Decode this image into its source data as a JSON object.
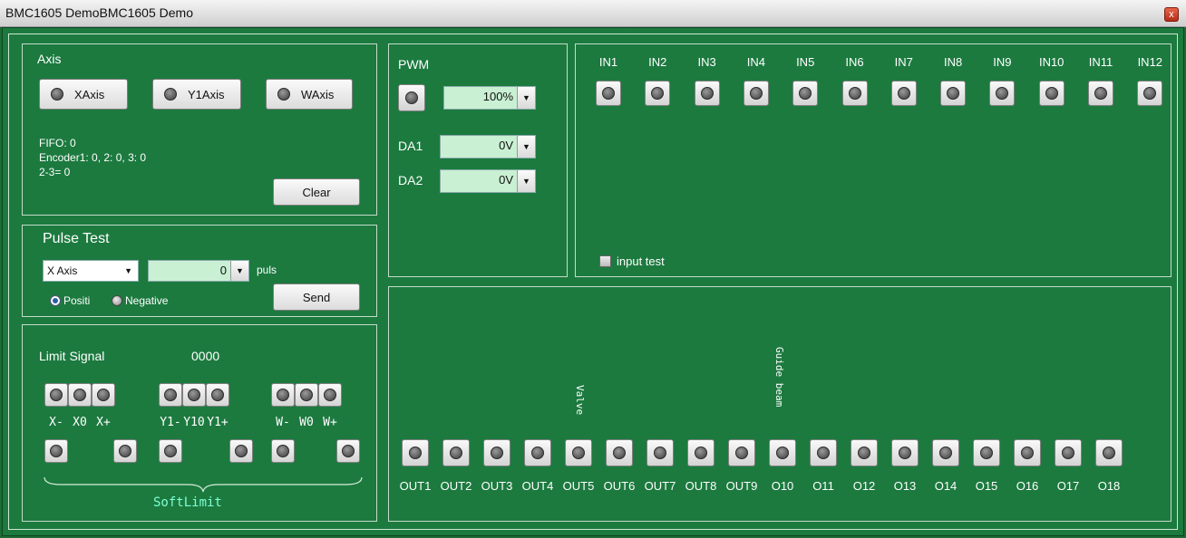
{
  "window": {
    "title": "BMC1605 DemoBMC1605 Demo",
    "close_glyph": "x"
  },
  "axis": {
    "title": "Axis",
    "buttons": [
      "XAxis",
      "Y1Axis",
      "WAxis"
    ],
    "fifo": "FIFO: 0",
    "encoder": "Encoder1: 0, 2: 0, 3: 0",
    "diff": "2-3= 0",
    "clear_label": "Clear"
  },
  "pulse": {
    "title": "Pulse Test",
    "axis_select": "X Axis",
    "value": "0",
    "unit": "puls",
    "positive": "Positi",
    "negative": "Negative",
    "send_label": "Send"
  },
  "limit": {
    "title": "Limit Signal",
    "value": "0000",
    "labels": [
      "X-",
      "X0",
      "X+",
      "Y1-",
      "Y10",
      "Y1+",
      "W-",
      "W0",
      "W+"
    ],
    "softlimit": "SoftLimit"
  },
  "pwm": {
    "title": "PWM",
    "value": "100%",
    "da1_label": "DA1",
    "da1_value": "0V",
    "da2_label": "DA2",
    "da2_value": "0V"
  },
  "inputs": {
    "labels": [
      "IN1",
      "IN2",
      "IN3",
      "IN4",
      "IN5",
      "IN6",
      "IN7",
      "IN8",
      "IN9",
      "IN10",
      "IN11",
      "IN12"
    ],
    "test_label": "input test"
  },
  "outputs": {
    "labels": [
      "OUT1",
      "OUT2",
      "OUT3",
      "OUT4",
      "OUT5",
      "OUT6",
      "OUT7",
      "OUT8",
      "OUT9",
      "O10",
      "O11",
      "O12",
      "O13",
      "O14",
      "O15",
      "O16",
      "O17",
      "O18"
    ],
    "valve_label": "Valve",
    "guide_label": "Guide beam"
  },
  "colors": {
    "background": "#1c7a3f",
    "combo_fill": "#c9f0d3",
    "softlimit_text": "#7fffd4"
  }
}
